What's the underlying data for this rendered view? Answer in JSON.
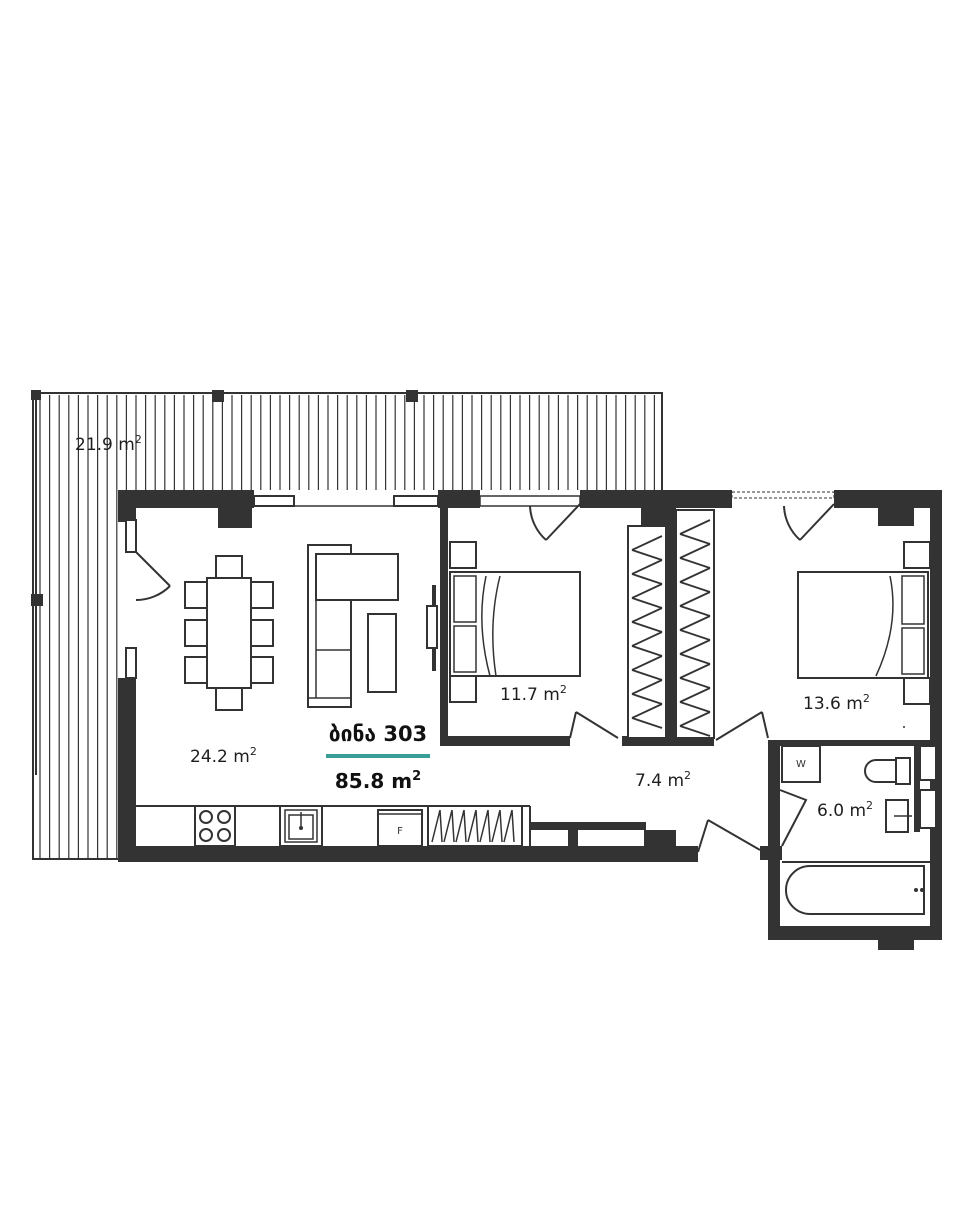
{
  "unit": {
    "number_label": "ბინა 303",
    "total_area_value": "85.8",
    "total_area_unit": "m",
    "total_area_sup": "2",
    "accent_color": "#3a9e98"
  },
  "rooms": {
    "terrace": {
      "value": "21.9",
      "unit": "m",
      "sup": "2"
    },
    "living": {
      "value": "24.2",
      "unit": "m",
      "sup": "2"
    },
    "bedroom1": {
      "value": "11.7",
      "unit": "m",
      "sup": "2"
    },
    "bedroom2": {
      "value": "13.6",
      "unit": "m",
      "sup": "2"
    },
    "hall": {
      "value": "7.4",
      "unit": "m",
      "sup": "2"
    },
    "bathroom": {
      "value": "6.0",
      "unit": "m",
      "sup": "2"
    }
  },
  "fixtures": {
    "washer_label": "W",
    "fridge_label": "F"
  },
  "colors": {
    "wall": "#333333",
    "line": "#333333",
    "background": "#ffffff"
  }
}
